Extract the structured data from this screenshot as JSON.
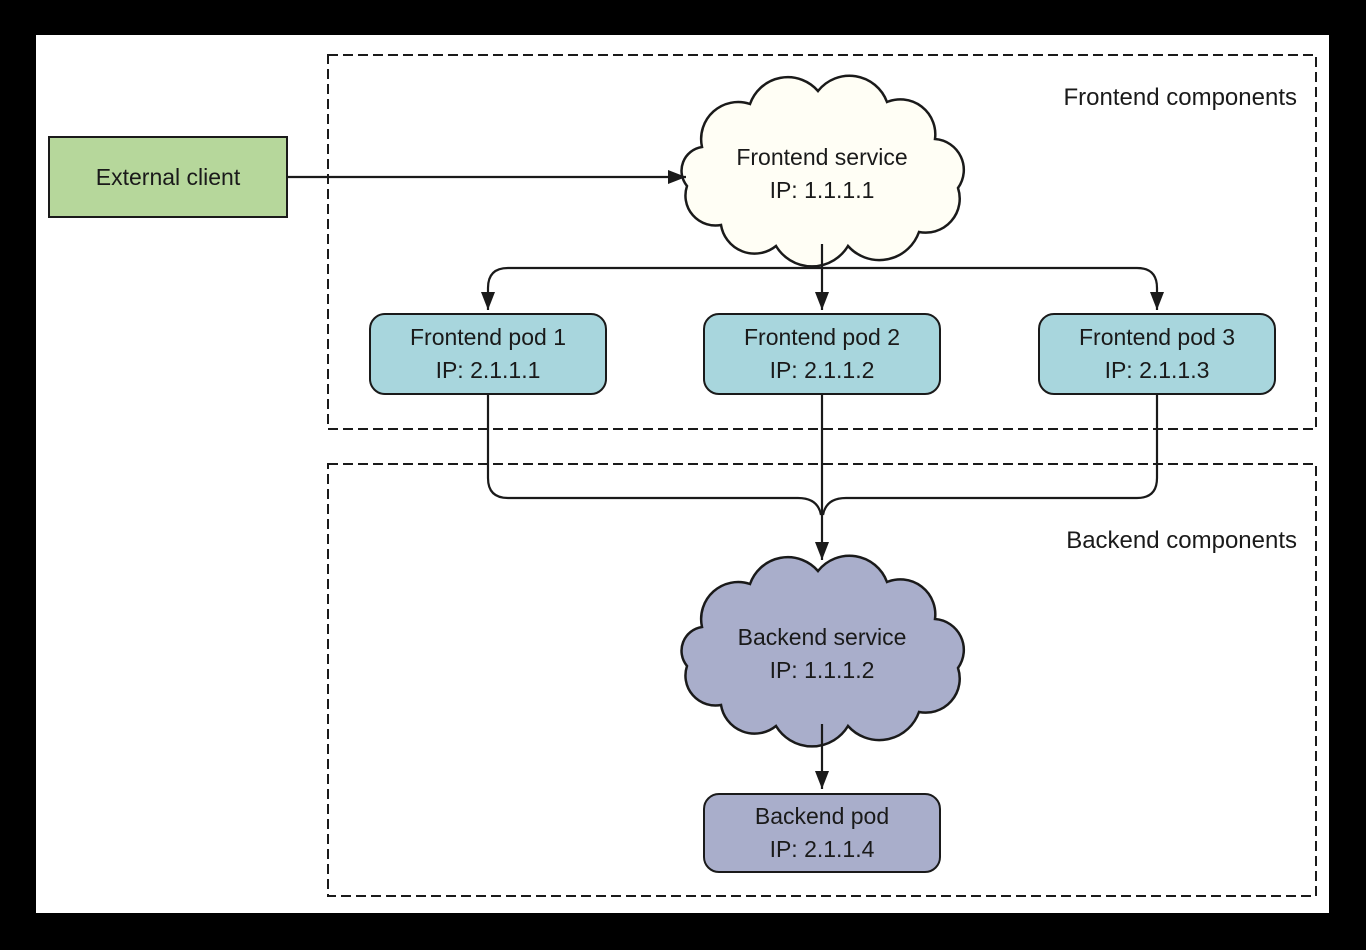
{
  "external_client": {
    "label": "External client"
  },
  "frontend_group": {
    "label": "Frontend components",
    "service": {
      "name": "Frontend service",
      "ip": "IP: 1.1.1.1"
    },
    "pods": [
      {
        "name": "Frontend pod 1",
        "ip": "IP: 2.1.1.1"
      },
      {
        "name": "Frontend pod 2",
        "ip": "IP: 2.1.1.2"
      },
      {
        "name": "Frontend pod 3",
        "ip": "IP: 2.1.1.3"
      }
    ]
  },
  "backend_group": {
    "label": "Backend components",
    "service": {
      "name": "Backend service",
      "ip": "IP: 1.1.1.2"
    },
    "pod": {
      "name": "Backend pod",
      "ip": "IP: 2.1.1.4"
    }
  },
  "colors": {
    "green_fill": "#b6d79b",
    "teal_fill": "#a8d6dd",
    "purple_fill": "#a9aecb",
    "cloud_frontend_fill": "#fffef5",
    "cloud_backend_fill": "#a9aecb",
    "stroke": "#1a1a1a"
  }
}
